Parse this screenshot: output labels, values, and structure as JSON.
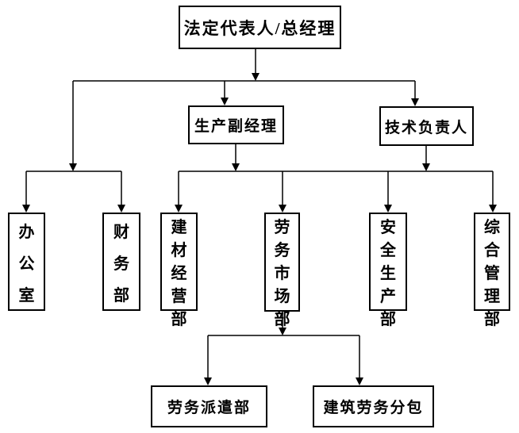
{
  "diagram": {
    "type": "org-chart",
    "colors": {
      "background": "#ffffff",
      "line": "#000000",
      "box_border": "#000000",
      "box_fill": "#ffffff",
      "text": "#000000"
    },
    "nodes": {
      "root": {
        "label": "法定代表人/总经理"
      },
      "production_deputy_manager": {
        "label": "生产副经理"
      },
      "technical_lead": {
        "label": "技术负责人"
      },
      "office": {
        "label": "办公室"
      },
      "finance_dept": {
        "label": "财务部"
      },
      "building_materials_dept": {
        "label": "建材经营部"
      },
      "labor_market_dept": {
        "label": "劳务市场部"
      },
      "safety_production_dept": {
        "label": "安全生产部"
      },
      "general_management_dept": {
        "label": "综合管理部"
      },
      "labor_dispatch_dept": {
        "label": "劳务派遣部"
      },
      "construction_labor_subcontract": {
        "label": "建筑劳务分包"
      }
    },
    "edges": [
      [
        "root",
        "production_deputy_manager"
      ],
      [
        "root",
        "technical_lead"
      ],
      [
        "root",
        "office"
      ],
      [
        "root",
        "finance_dept"
      ],
      [
        "production_deputy_manager",
        "shared_bus"
      ],
      [
        "technical_lead",
        "shared_bus"
      ],
      [
        "shared_bus",
        "building_materials_dept"
      ],
      [
        "shared_bus",
        "labor_market_dept"
      ],
      [
        "shared_bus",
        "safety_production_dept"
      ],
      [
        "shared_bus",
        "general_management_dept"
      ],
      [
        "labor_market_dept",
        "labor_dispatch_dept"
      ],
      [
        "labor_market_dept",
        "construction_labor_subcontract"
      ]
    ]
  }
}
